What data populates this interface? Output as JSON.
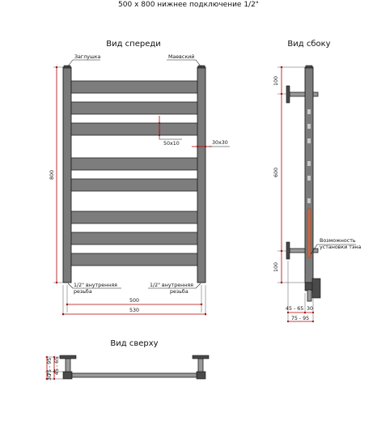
{
  "header": {
    "title": "500 х 800 нижнее подключение 1/2\""
  },
  "front_view": {
    "heading": "Вид спереди",
    "plug_label": "Заглушка",
    "valve_label": "Маевский",
    "height_dim": "800",
    "width_dim": "500",
    "total_width_dim": "530",
    "bar_profile": "50х10",
    "post_profile": "30х30",
    "left_thread_line1": "1/2\" внутренняя",
    "left_thread_line2": "резьба",
    "right_thread_line1": "1/2\" внутренняя",
    "right_thread_line2": "резьба"
  },
  "side_view": {
    "heading": "Вид сбоку",
    "top_dim": "100",
    "center_dim": "600",
    "bottom_dim": "100",
    "heater_note_line1": "Возможность",
    "heater_note_line2": "установки тэна",
    "offset_dim": "45 - 65",
    "post_dim": "30",
    "depth_dim": "75 - 95"
  },
  "top_view": {
    "heading": "Вид сверху",
    "depth_dim": "75 - 95",
    "post_dim": "30",
    "offset_dim": "45 - 65"
  },
  "colors": {
    "metal": "#7d7d7d",
    "outline": "#1f1f1f",
    "dimension": "#b00000"
  }
}
